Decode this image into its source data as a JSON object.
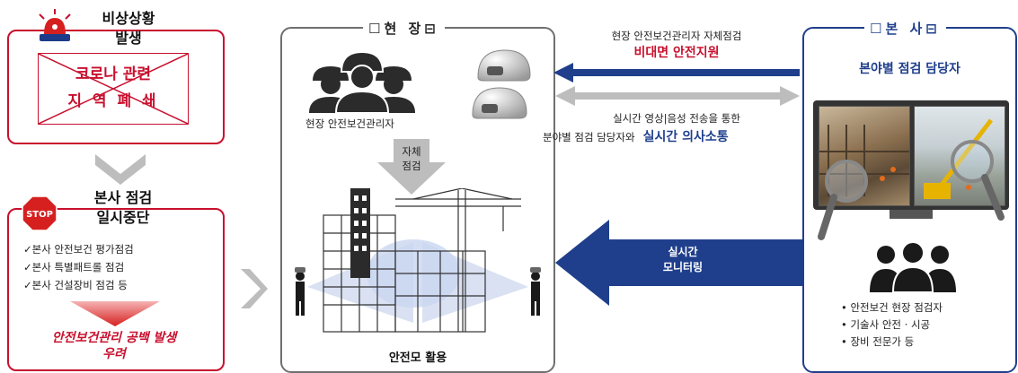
{
  "emergency": {
    "title": [
      "비상상황",
      "발생"
    ],
    "closed_text": [
      "코로나 관련",
      "지 역 폐 쇄"
    ]
  },
  "suspension": {
    "title": [
      "본사 점검",
      "일시중단"
    ],
    "stop_sign": "STOP",
    "items": [
      "✓본사 안전보건 평가점검",
      "✓본사 특별패트롤 점검",
      "✓본사 건설장비 점검 등"
    ],
    "warning": [
      "안전보건관리 공백 발생",
      "우려"
    ]
  },
  "site": {
    "label": "☐현 장⊟",
    "manager_caption": "현장 안전보건관리자",
    "self_check": [
      "자체",
      "점검"
    ],
    "helmet_caption": "안전모 활용"
  },
  "hq": {
    "label": "☐본 사⊟",
    "heading": "본야별 점검 담당자",
    "staff": [
      "• 안전보건 현장 점검자",
      "• 기술사 안전 · 시공",
      "• 장비 전문가 등"
    ]
  },
  "flows": {
    "top_line1": "현장 안전보건관리자 자체점검",
    "top_line2": "비대면 안전지원",
    "middle_line1": "실시간 영상|음성 전송을 통한",
    "middle_line2a": "분야별 점검 담당자와",
    "middle_line2b": "실시간 의사소통",
    "monitor_text": [
      "실시간",
      "모니터링"
    ]
  },
  "colors": {
    "red": "#c8102e",
    "navy": "#1f3f8c",
    "gray_arrow": "#bdbdbd"
  }
}
